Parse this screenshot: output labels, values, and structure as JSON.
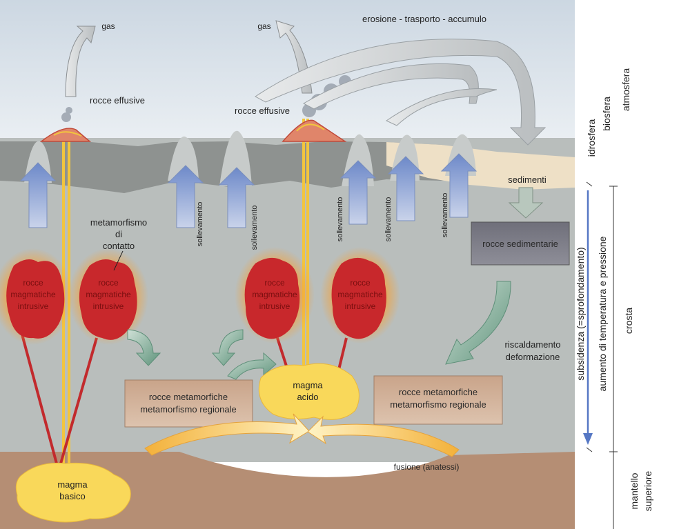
{
  "labels": {
    "gas": "gas",
    "erosion": "erosione -  trasporto - accumulo",
    "effusive": "rocce effusive",
    "contact_meta": [
      "metamorfismo",
      "di",
      "contatto"
    ],
    "uplift": "sollevamento",
    "intrusive": [
      "rocce",
      "magmatiche",
      "intrusive"
    ],
    "sediments": "sedimenti",
    "sed_rocks": "rocce sedimentarie",
    "heating": [
      "riscaldamento",
      "deformazione"
    ],
    "meta_regional": [
      "rocce metamorfiche",
      "metamorfismo regionale"
    ],
    "magma_acid": [
      "magma",
      "acido"
    ],
    "magma_basic": [
      "magma",
      "basico"
    ],
    "fusion": "fusione (anatessi)",
    "subsidence": "subsidenza (=sprofondamento)",
    "temp_pressure": "aumento di temperatura e pressione",
    "right_scale": {
      "idrosfera": "idrosfera",
      "biosfera": "biosfera",
      "atmosfera": "atmosfera",
      "crosta": "crosta",
      "mantello": "mantello",
      "superiore": "superiore"
    }
  },
  "colors": {
    "sky": "#dbe4ec",
    "crust": "#b7bcba",
    "ground": "#8f9391",
    "mantle": "#b48d72",
    "magma": "#f9d85a",
    "intrusive": "#c8282c",
    "uplift_arrow": "#8ea4d0",
    "green_arrow": "#7aa892",
    "subsidence_line": "#5577c4"
  }
}
